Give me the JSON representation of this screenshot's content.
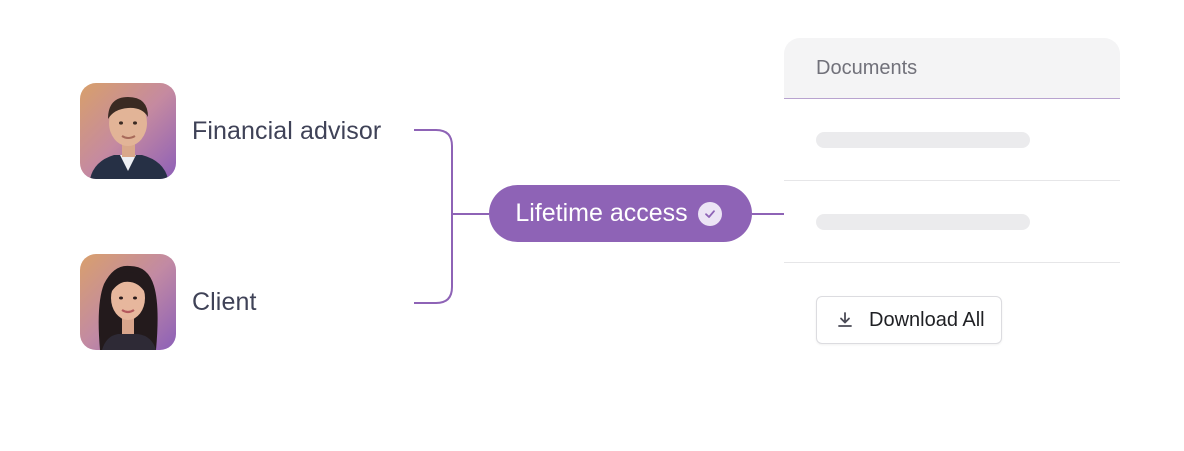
{
  "people": {
    "advisor": {
      "label": "Financial advisor",
      "avatar_icon": "man-portrait"
    },
    "client": {
      "label": "Client",
      "avatar_icon": "woman-portrait"
    }
  },
  "access": {
    "label": "Lifetime access",
    "icon": "check-circle-icon"
  },
  "documents": {
    "header": "Documents",
    "rows": [
      "",
      ""
    ],
    "download_label": "Download All",
    "download_icon": "download-icon"
  },
  "colors": {
    "accent": "#8e63b6",
    "connector": "#8e63b6",
    "header_bg": "#f4f4f5",
    "skeleton": "#ebebed"
  }
}
